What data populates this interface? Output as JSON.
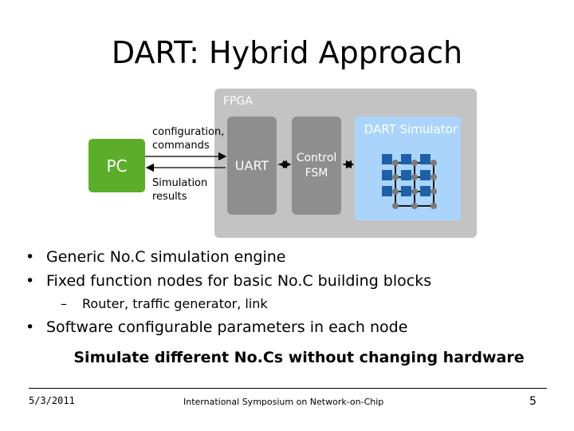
{
  "slide": {
    "title": "DART: Hybrid Approach"
  },
  "diagram": {
    "fpga_label": "FPGA",
    "simulator_label": "DART Simulator",
    "pc_label": "PC",
    "uart_label": "UART",
    "fsm_line1": "Control",
    "fsm_line2": "FSM",
    "to_fpga_line1": "configuration,",
    "to_fpga_line2": "commands",
    "to_pc_line1": "Simulation",
    "to_pc_line2": "results",
    "colors": {
      "fpga": "#c3c3c3",
      "simulator": "#aad4fb",
      "pc": "#5cae2a",
      "block": "#8e8e8e",
      "node": "#1f5fa8",
      "router": "#7a7a7a"
    }
  },
  "bullets": [
    {
      "text": "Generic No.C simulation engine",
      "level": 1
    },
    {
      "text": "Fixed function nodes for basic No.C building blocks",
      "level": 1
    },
    {
      "text": "Router, traffic generator, link",
      "level": 2
    },
    {
      "text": "Software configurable parameters in each node",
      "level": 1
    }
  ],
  "emphasis": "Simulate different No.Cs without changing hardware",
  "footer": {
    "date": "5/3/2011",
    "venue": "International Symposium on Network-on-Chip",
    "page": "5"
  }
}
